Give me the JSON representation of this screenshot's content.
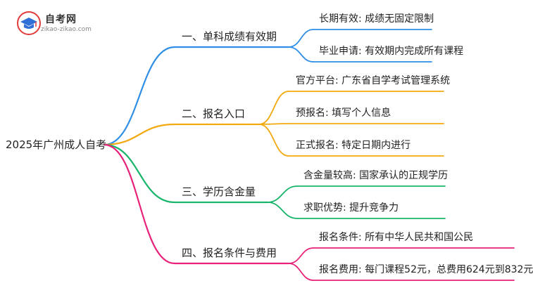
{
  "logo": {
    "title": "自考网",
    "url": "zikao-zikao.com"
  },
  "mindmap": {
    "root": "2025年广州成人自考",
    "branches": [
      {
        "label": "一、单科成绩有效期",
        "color": "#2f8fe6",
        "leaves": [
          "长期有效: 成绩无固定限制",
          "毕业申请: 有效期内完成所有课程"
        ]
      },
      {
        "label": "二、报名入口",
        "color": "#f2a90f",
        "leaves": [
          "官方平台: 广东省自学考试管理系统",
          "预报名: 填写个人信息",
          "正式报名: 特定日期内进行"
        ]
      },
      {
        "label": "三、学历含金量",
        "color": "#18b56a",
        "leaves": [
          "含金量较高: 国家承认的正规学历",
          "求职优势: 提升竞争力"
        ]
      },
      {
        "label": "四、报名条件与费用",
        "color": "#e8227a",
        "leaves": [
          "报名条件: 所有中华人民共和国公民",
          "报名费用: 每门课程52元，总费用624元到832元"
        ]
      }
    ]
  }
}
